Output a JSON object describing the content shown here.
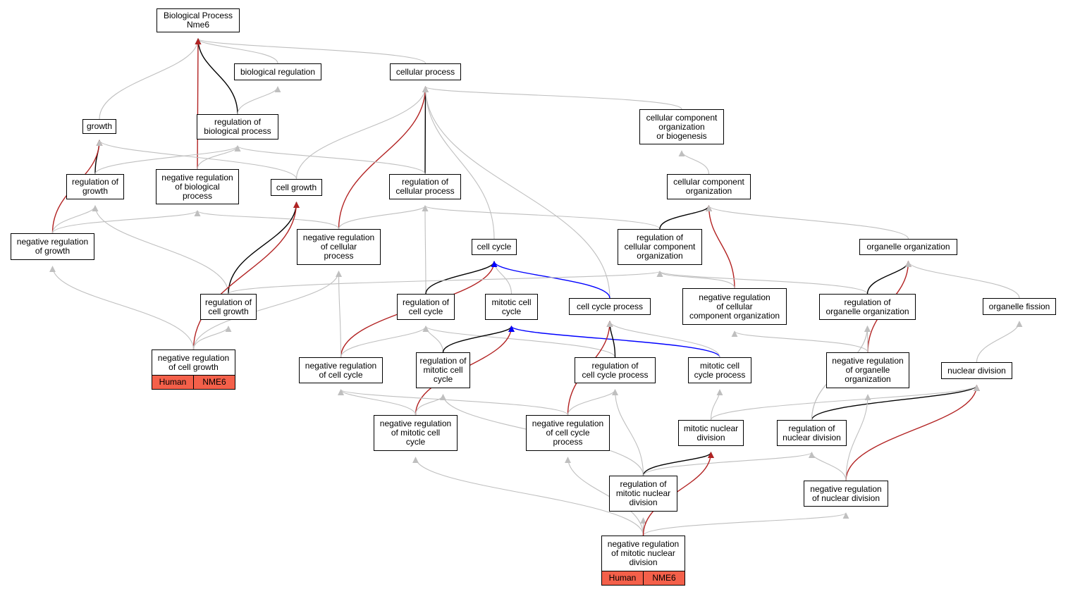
{
  "graph": {
    "colors": {
      "is_a": "#bfbfbf",
      "part_of": "#000000",
      "negatively_regulates": "#b22222",
      "regulates": "#0000ff",
      "highlight_fill": "#f4604a"
    },
    "nodes": [
      {
        "id": "root",
        "label": "Biological Process\nNme6"
      },
      {
        "id": "biological_regulation",
        "label": "biological regulation"
      },
      {
        "id": "cellular_process",
        "label": "cellular process"
      },
      {
        "id": "growth",
        "label": "growth"
      },
      {
        "id": "regulation_of_biological_process",
        "label": "regulation of\nbiological process"
      },
      {
        "id": "cellular_component_org_or_biogenesis",
        "label": "cellular component\norganization\nor biogenesis"
      },
      {
        "id": "regulation_of_growth",
        "label": "regulation of\ngrowth"
      },
      {
        "id": "negative_regulation_of_biological_process",
        "label": "negative regulation\nof biological\nprocess"
      },
      {
        "id": "cell_growth",
        "label": "cell growth"
      },
      {
        "id": "regulation_of_cellular_process",
        "label": "regulation of\ncellular process"
      },
      {
        "id": "cellular_component_organization",
        "label": "cellular component\norganization"
      },
      {
        "id": "negative_regulation_of_growth",
        "label": "negative regulation\nof growth"
      },
      {
        "id": "negative_regulation_of_cellular_process",
        "label": "negative regulation\nof cellular\nprocess"
      },
      {
        "id": "cell_cycle",
        "label": "cell cycle"
      },
      {
        "id": "regulation_of_cellular_component_org",
        "label": "regulation of\ncellular component\norganization"
      },
      {
        "id": "organelle_organization",
        "label": "organelle organization"
      },
      {
        "id": "regulation_of_cell_growth",
        "label": "regulation of\ncell growth"
      },
      {
        "id": "regulation_of_cell_cycle",
        "label": "regulation of\ncell cycle"
      },
      {
        "id": "mitotic_cell_cycle",
        "label": "mitotic cell\ncycle"
      },
      {
        "id": "cell_cycle_process",
        "label": "cell cycle process"
      },
      {
        "id": "negative_regulation_of_cellular_component_org",
        "label": "negative regulation\nof cellular\ncomponent organization"
      },
      {
        "id": "regulation_of_organelle_organization",
        "label": "regulation of\norganelle organization"
      },
      {
        "id": "organelle_fission",
        "label": "organelle fission"
      },
      {
        "id": "negative_regulation_of_cell_growth",
        "label": "negative regulation\nof cell growth",
        "genes": [
          "Human",
          "NME6"
        ]
      },
      {
        "id": "negative_regulation_of_cell_cycle",
        "label": "negative regulation\nof cell cycle"
      },
      {
        "id": "regulation_of_mitotic_cell_cycle",
        "label": "regulation of\nmitotic cell\ncycle"
      },
      {
        "id": "regulation_of_cell_cycle_process",
        "label": "regulation of\ncell cycle process"
      },
      {
        "id": "mitotic_cell_cycle_process",
        "label": "mitotic cell\ncycle process"
      },
      {
        "id": "negative_regulation_of_organelle_organization",
        "label": "negative regulation\nof organelle\norganization"
      },
      {
        "id": "nuclear_division",
        "label": "nuclear division"
      },
      {
        "id": "negative_regulation_of_mitotic_cell_cycle",
        "label": "negative regulation\nof mitotic cell\ncycle"
      },
      {
        "id": "negative_regulation_of_cell_cycle_process",
        "label": "negative regulation\nof cell cycle\nprocess"
      },
      {
        "id": "mitotic_nuclear_division",
        "label": "mitotic nuclear\ndivision"
      },
      {
        "id": "regulation_of_nuclear_division",
        "label": "regulation of\nnuclear division"
      },
      {
        "id": "regulation_of_mitotic_nuclear_division",
        "label": "regulation of\nmitotic nuclear\ndivision"
      },
      {
        "id": "negative_regulation_of_nuclear_division",
        "label": "negative regulation\nof nuclear division"
      },
      {
        "id": "negative_regulation_of_mitotic_nuclear_division",
        "label": "negative regulation\nof mitotic nuclear\ndivision",
        "genes": [
          "Human",
          "NME6"
        ]
      }
    ],
    "edges": [
      {
        "from": "biological_regulation",
        "to": "root",
        "type": "is_a"
      },
      {
        "from": "cellular_process",
        "to": "root",
        "type": "is_a"
      },
      {
        "from": "growth",
        "to": "root",
        "type": "is_a"
      },
      {
        "from": "regulation_of_biological_process",
        "to": "root",
        "type": "part_of"
      },
      {
        "from": "negative_regulation_of_biological_process",
        "to": "root",
        "type": "negatively_regulates"
      },
      {
        "from": "regulation_of_biological_process",
        "to": "biological_regulation",
        "type": "is_a"
      },
      {
        "from": "cellular_component_org_or_biogenesis",
        "to": "cellular_process",
        "type": "is_a"
      },
      {
        "from": "regulation_of_cellular_process",
        "to": "cellular_process",
        "type": "part_of"
      },
      {
        "from": "negative_regulation_of_cellular_process",
        "to": "cellular_process",
        "type": "negatively_regulates"
      },
      {
        "from": "cell_growth",
        "to": "cellular_process",
        "type": "is_a"
      },
      {
        "from": "cell_cycle",
        "to": "cellular_process",
        "type": "is_a"
      },
      {
        "from": "cell_cycle_process",
        "to": "cellular_process",
        "type": "is_a"
      },
      {
        "from": "regulation_of_growth",
        "to": "growth",
        "type": "part_of"
      },
      {
        "from": "negative_regulation_of_growth",
        "to": "growth",
        "type": "negatively_regulates"
      },
      {
        "from": "cell_growth",
        "to": "growth",
        "type": "is_a"
      },
      {
        "from": "regulation_of_growth",
        "to": "regulation_of_biological_process",
        "type": "is_a"
      },
      {
        "from": "negative_regulation_of_biological_process",
        "to": "regulation_of_biological_process",
        "type": "is_a"
      },
      {
        "from": "regulation_of_cellular_process",
        "to": "regulation_of_biological_process",
        "type": "is_a"
      },
      {
        "from": "cellular_component_organization",
        "to": "cellular_component_org_or_biogenesis",
        "type": "is_a"
      },
      {
        "from": "negative_regulation_of_growth",
        "to": "regulation_of_growth",
        "type": "is_a"
      },
      {
        "from": "regulation_of_cell_growth",
        "to": "regulation_of_growth",
        "type": "is_a"
      },
      {
        "from": "negative_regulation_of_growth",
        "to": "negative_regulation_of_biological_process",
        "type": "is_a"
      },
      {
        "from": "negative_regulation_of_cellular_process",
        "to": "negative_regulation_of_biological_process",
        "type": "is_a"
      },
      {
        "from": "regulation_of_cell_growth",
        "to": "cell_growth",
        "type": "part_of"
      },
      {
        "from": "negative_regulation_of_cell_growth",
        "to": "cell_growth",
        "type": "negatively_regulates"
      },
      {
        "from": "negative_regulation_of_cellular_process",
        "to": "regulation_of_cellular_process",
        "type": "is_a"
      },
      {
        "from": "regulation_of_cell_cycle",
        "to": "regulation_of_cellular_process",
        "type": "is_a"
      },
      {
        "from": "regulation_of_cellular_component_org",
        "to": "regulation_of_cellular_process",
        "type": "is_a"
      },
      {
        "from": "regulation_of_cellular_component_org",
        "to": "cellular_component_organization",
        "type": "part_of"
      },
      {
        "from": "negative_regulation_of_cellular_component_org",
        "to": "cellular_component_organization",
        "type": "negatively_regulates"
      },
      {
        "from": "organelle_organization",
        "to": "cellular_component_organization",
        "type": "is_a"
      },
      {
        "from": "regulation_of_cell_cycle",
        "to": "cell_cycle",
        "type": "part_of"
      },
      {
        "from": "negative_regulation_of_cell_cycle",
        "to": "cell_cycle",
        "type": "negatively_regulates"
      },
      {
        "from": "mitotic_cell_cycle",
        "to": "cell_cycle",
        "type": "is_a"
      },
      {
        "from": "cell_cycle_process",
        "to": "cell_cycle",
        "type": "regulates"
      },
      {
        "from": "negative_regulation_of_cellular_component_org",
        "to": "regulation_of_cellular_component_org",
        "type": "is_a"
      },
      {
        "from": "regulation_of_organelle_organization",
        "to": "regulation_of_cellular_component_org",
        "type": "is_a"
      },
      {
        "from": "regulation_of_cell_growth",
        "to": "regulation_of_cellular_component_org",
        "type": "is_a"
      },
      {
        "from": "regulation_of_organelle_organization",
        "to": "organelle_organization",
        "type": "part_of"
      },
      {
        "from": "negative_regulation_of_organelle_organization",
        "to": "organelle_organization",
        "type": "negatively_regulates"
      },
      {
        "from": "organelle_fission",
        "to": "organelle_organization",
        "type": "is_a"
      },
      {
        "from": "negative_regulation_of_cell_growth",
        "to": "regulation_of_cell_growth",
        "type": "is_a"
      },
      {
        "from": "negative_regulation_of_cell_growth",
        "to": "negative_regulation_of_growth",
        "type": "is_a"
      },
      {
        "from": "negative_regulation_of_cell_growth",
        "to": "negative_regulation_of_cellular_process",
        "type": "is_a"
      },
      {
        "from": "negative_regulation_of_cell_cycle",
        "to": "negative_regulation_of_cellular_process",
        "type": "is_a"
      },
      {
        "from": "negative_regulation_of_cell_cycle",
        "to": "regulation_of_cell_cycle",
        "type": "is_a"
      },
      {
        "from": "regulation_of_mitotic_cell_cycle",
        "to": "regulation_of_cell_cycle",
        "type": "is_a"
      },
      {
        "from": "regulation_of_cell_cycle_process",
        "to": "regulation_of_cell_cycle",
        "type": "is_a"
      },
      {
        "from": "regulation_of_mitotic_cell_cycle",
        "to": "mitotic_cell_cycle",
        "type": "part_of"
      },
      {
        "from": "negative_regulation_of_mitotic_cell_cycle",
        "to": "mitotic_cell_cycle",
        "type": "negatively_regulates"
      },
      {
        "from": "mitotic_cell_cycle_process",
        "to": "mitotic_cell_cycle",
        "type": "regulates"
      },
      {
        "from": "regulation_of_cell_cycle_process",
        "to": "cell_cycle_process",
        "type": "part_of"
      },
      {
        "from": "negative_regulation_of_cell_cycle_process",
        "to": "cell_cycle_process",
        "type": "negatively_regulates"
      },
      {
        "from": "mitotic_cell_cycle_process",
        "to": "cell_cycle_process",
        "type": "is_a"
      },
      {
        "from": "negative_regulation_of_organelle_organization",
        "to": "negative_regulation_of_cellular_component_org",
        "type": "is_a"
      },
      {
        "from": "negative_regulation_of_organelle_organization",
        "to": "regulation_of_organelle_organization",
        "type": "is_a"
      },
      {
        "from": "regulation_of_nuclear_division",
        "to": "regulation_of_organelle_organization",
        "type": "is_a"
      },
      {
        "from": "nuclear_division",
        "to": "organelle_fission",
        "type": "is_a"
      },
      {
        "from": "negative_regulation_of_mitotic_cell_cycle",
        "to": "negative_regulation_of_cell_cycle",
        "type": "is_a"
      },
      {
        "from": "negative_regulation_of_cell_cycle_process",
        "to": "negative_regulation_of_cell_cycle",
        "type": "is_a"
      },
      {
        "from": "negative_regulation_of_mitotic_cell_cycle",
        "to": "regulation_of_mitotic_cell_cycle",
        "type": "is_a"
      },
      {
        "from": "regulation_of_mitotic_nuclear_division",
        "to": "regulation_of_mitotic_cell_cycle",
        "type": "is_a"
      },
      {
        "from": "negative_regulation_of_cell_cycle_process",
        "to": "regulation_of_cell_cycle_process",
        "type": "is_a"
      },
      {
        "from": "regulation_of_mitotic_nuclear_division",
        "to": "regulation_of_cell_cycle_process",
        "type": "is_a"
      },
      {
        "from": "mitotic_nuclear_division",
        "to": "mitotic_cell_cycle_process",
        "type": "is_a"
      },
      {
        "from": "regulation_of_nuclear_division",
        "to": "nuclear_division",
        "type": "part_of"
      },
      {
        "from": "negative_regulation_of_nuclear_division",
        "to": "nuclear_division",
        "type": "negatively_regulates"
      },
      {
        "from": "mitotic_nuclear_division",
        "to": "nuclear_division",
        "type": "is_a"
      },
      {
        "from": "negative_regulation_of_nuclear_division",
        "to": "negative_regulation_of_organelle_organization",
        "type": "is_a"
      },
      {
        "from": "regulation_of_nuclear_division",
        "to": "regulation_of_organelle_organization",
        "type": "is_a"
      },
      {
        "from": "negative_regulation_of_nuclear_division",
        "to": "regulation_of_nuclear_division",
        "type": "is_a"
      },
      {
        "from": "regulation_of_mitotic_nuclear_division",
        "to": "mitotic_nuclear_division",
        "type": "part_of"
      },
      {
        "from": "regulation_of_mitotic_nuclear_division",
        "to": "regulation_of_nuclear_division",
        "type": "is_a"
      },
      {
        "from": "negative_regulation_of_mitotic_nuclear_division",
        "to": "regulation_of_mitotic_nuclear_division",
        "type": "is_a"
      },
      {
        "from": "negative_regulation_of_mitotic_nuclear_division",
        "to": "negative_regulation_of_mitotic_cell_cycle",
        "type": "is_a"
      },
      {
        "from": "negative_regulation_of_mitotic_nuclear_division",
        "to": "negative_regulation_of_cell_cycle_process",
        "type": "is_a"
      },
      {
        "from": "negative_regulation_of_mitotic_nuclear_division",
        "to": "negative_regulation_of_nuclear_division",
        "type": "is_a"
      },
      {
        "from": "negative_regulation_of_mitotic_nuclear_division",
        "to": "mitotic_nuclear_division",
        "type": "negatively_regulates"
      }
    ]
  }
}
